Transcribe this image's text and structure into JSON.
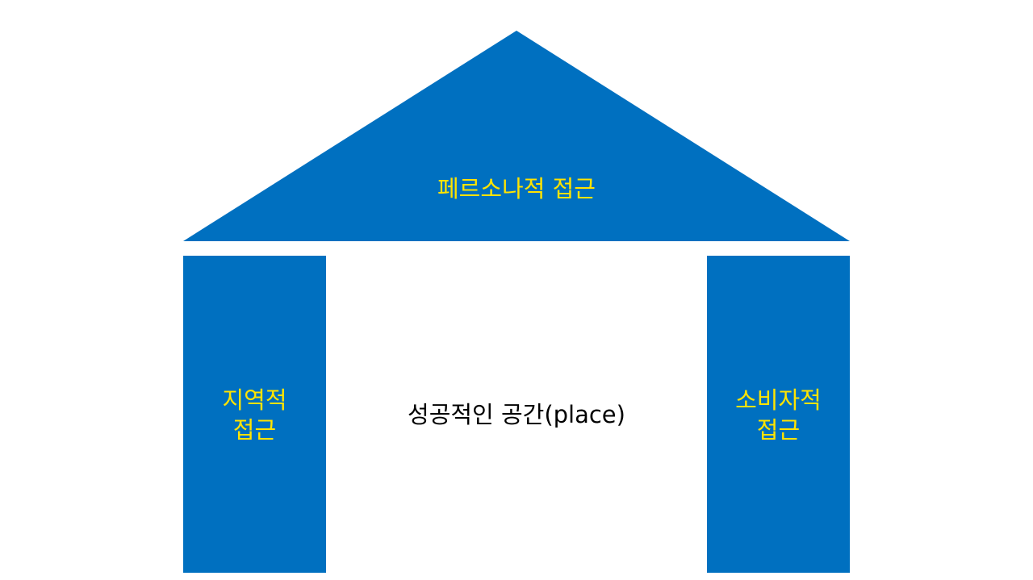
{
  "colors": {
    "shape_fill": "#0070C0",
    "accent_text": "#FFE400",
    "body_text": "#000000",
    "background": "#FFFFFF"
  },
  "roof": {
    "label": "페르소나적 접근"
  },
  "left_pillar": {
    "line1": "지역적",
    "line2": "접근"
  },
  "right_pillar": {
    "line1": "소비자적",
    "line2": "접근"
  },
  "center": {
    "label": "성공적인 공간(place)"
  }
}
